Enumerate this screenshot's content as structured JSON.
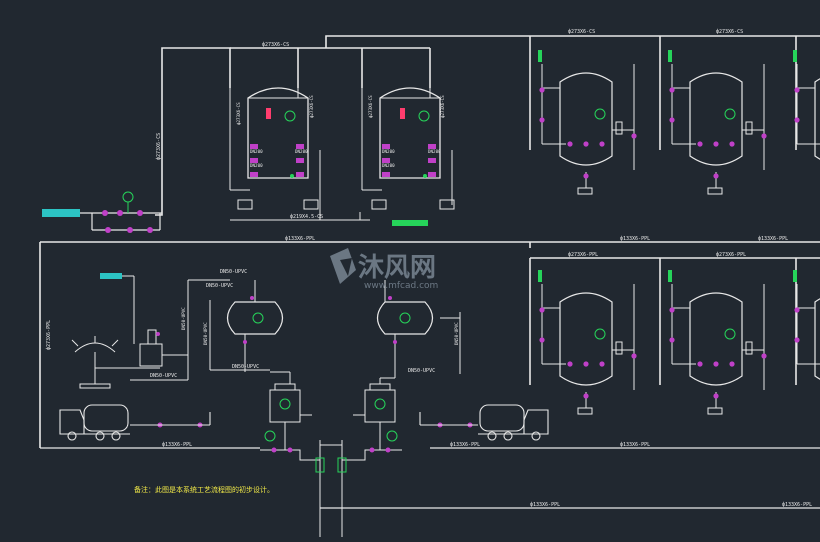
{
  "colors": {
    "background": "#212830",
    "pipe": "#e8e8e8",
    "valve": "#c040c8",
    "marker": "#26d45a",
    "tag": "#ff3d6e",
    "note": "#f2ea48",
    "watermark": "#a8b8c8"
  },
  "pipe_labels": {
    "top_main": "ф273X6-CS",
    "top_right_1": "ф273X6-CS",
    "top_right_2": "ф273X6-CS",
    "vertical_left": "ф273X6-CS",
    "filter_a_left": "ф273X6-CS",
    "filter_a_right": "ф273X6-CS",
    "filter_b_left": "ф273X6-CS",
    "filter_b_right": "ф273X6-CS",
    "bottom_filter": "ф219X4.5-CS",
    "mid_main": "ф133X6-PPL",
    "mid_right_1": "ф133X6-PPL",
    "mid_right_2": "ф133X6-PPL",
    "lower_right_1": "ф273X6-PPL",
    "lower_right_2": "ф273X6-PPL",
    "left_vertical": "ф273X6-PPL",
    "upvc_1": "DN50-UPVC",
    "upvc_2": "DN50-UPVC",
    "upvc_3": "DN50-UPVC",
    "upvc_4": "DN50-UPVC",
    "upvc_5": "DN50-UPVC",
    "upvc_6": "DN50-UPVC",
    "upvc_7": "DN50-UPVC",
    "upvc_8": "DN50-UPVC",
    "bottom_left": "ф133X6-PPL",
    "bottom_mid": "ф133X6-PPL",
    "bottom_right": "ф133X6-PPL",
    "bottom_main": "ф133X6-PPL",
    "bottom_far_right": "ф133X6-PPL"
  },
  "valve_labels": [
    "DN200",
    "DN200",
    "DN200",
    "DN200",
    "DN200",
    "DN200"
  ],
  "note_text": "备注：此图是本系统工艺流程图的初步设计。",
  "watermark": {
    "brand": "沐风网",
    "url": "www.mfcad.com"
  }
}
